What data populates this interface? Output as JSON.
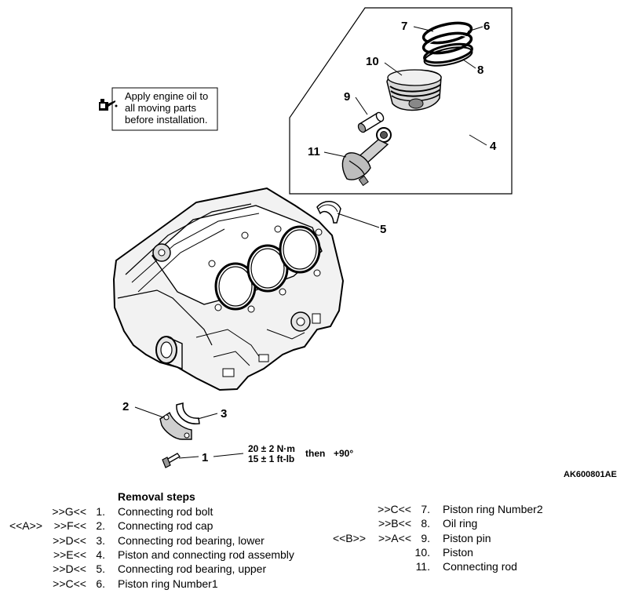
{
  "note": {
    "lines": [
      "Apply engine oil to",
      "all moving parts",
      "before installation."
    ]
  },
  "callouts": [
    "1",
    "2",
    "3",
    "4",
    "5",
    "6",
    "7",
    "8",
    "9",
    "10",
    "11"
  ],
  "torque": {
    "metric": "20 ± 2 N·m",
    "imperial": "15 ± 1 ft-lb",
    "then": "then",
    "angle": "+90°"
  },
  "figure_code": "AK600801AE",
  "removal": {
    "title": "Removal steps",
    "left": [
      {
        "outer": "",
        "mark": ">>G<<",
        "num": "1.",
        "label": "Connecting rod bolt"
      },
      {
        "outer": "<<A>>",
        "mark": ">>F<<",
        "num": "2.",
        "label": "Connecting rod cap"
      },
      {
        "outer": "",
        "mark": ">>D<<",
        "num": "3.",
        "label": "Connecting rod bearing, lower"
      },
      {
        "outer": "",
        "mark": ">>E<<",
        "num": "4.",
        "label": "Piston and connecting rod assembly"
      },
      {
        "outer": "",
        "mark": ">>D<<",
        "num": "5.",
        "label": "Connecting rod bearing, upper"
      },
      {
        "outer": "",
        "mark": ">>C<<",
        "num": "6.",
        "label": "Piston ring Number1"
      }
    ],
    "right": [
      {
        "outer": "",
        "mark": ">>C<<",
        "num": "7.",
        "label": "Piston ring Number2"
      },
      {
        "outer": "",
        "mark": ">>B<<",
        "num": "8.",
        "label": "Oil ring"
      },
      {
        "outer": "<<B>>",
        "mark": ">>A<<",
        "num": "9.",
        "label": "Piston pin"
      },
      {
        "outer": "",
        "mark": "",
        "num": "10.",
        "label": "Piston"
      },
      {
        "outer": "",
        "mark": "",
        "num": "11.",
        "label": "Connecting rod"
      }
    ]
  }
}
